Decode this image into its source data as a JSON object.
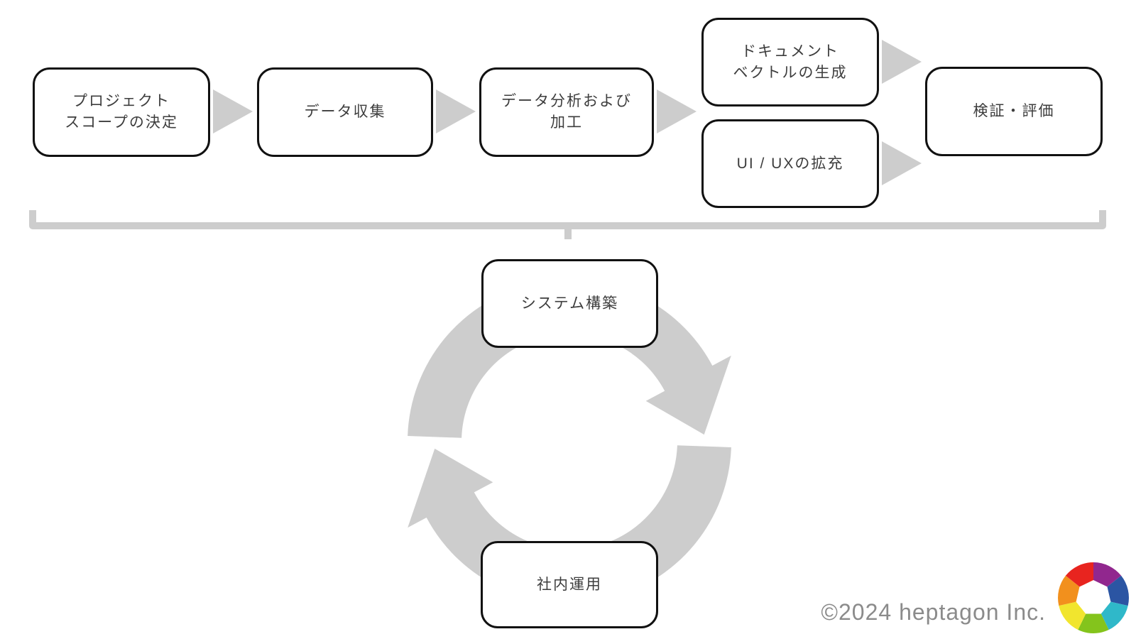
{
  "nodes": {
    "scope": {
      "label": "プロジェクト\nスコープの決定"
    },
    "collect": {
      "label": "データ収集"
    },
    "analyze": {
      "label": "データ分析および\n加工"
    },
    "docvec": {
      "label": "ドキュメント\nベクトルの生成"
    },
    "uiux": {
      "label": "UI / UXの拡充"
    },
    "verify": {
      "label": "検証・評価"
    },
    "build": {
      "label": "システム構築"
    },
    "operate": {
      "label": "社内運用"
    }
  },
  "footer": {
    "copyright": "©2024 heptagon Inc."
  },
  "logo": {
    "icon": "heptagon-color-wheel",
    "segment_colors": [
      "#91278e",
      "#2b55a3",
      "#2fb8c9",
      "#84c41c",
      "#f1e52e",
      "#f2901d",
      "#e8241f"
    ]
  },
  "colors": {
    "diagram_gray": "#cdcdcd",
    "box_border": "#111111",
    "box_text": "#3d3d3d",
    "copyright_text": "#8b8b8b"
  }
}
